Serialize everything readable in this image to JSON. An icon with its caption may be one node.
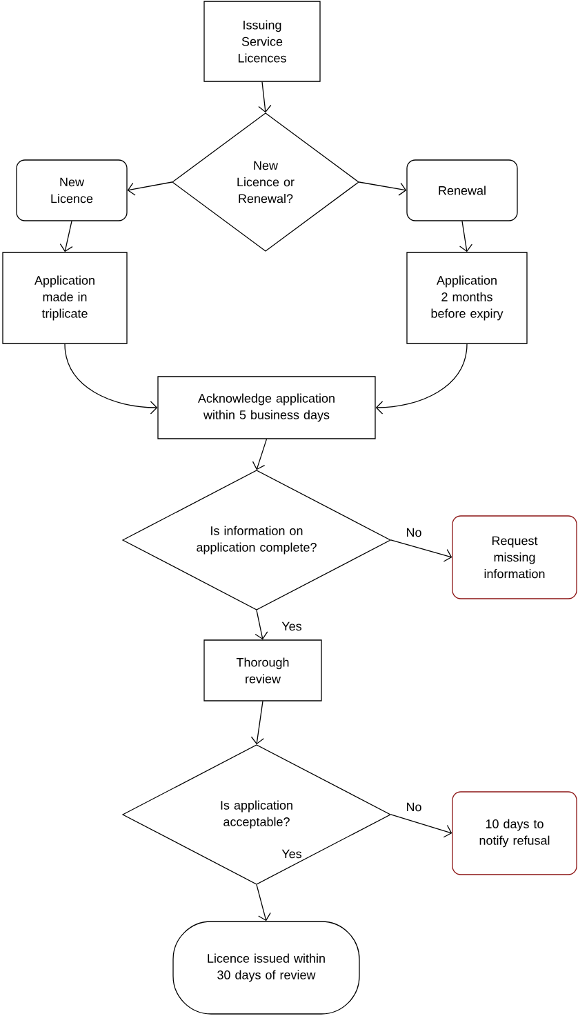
{
  "diagram": {
    "nodes": [
      {
        "text": [
          "Issuing Service Licences"
        ]
      },
      {
        "text": [
          "New Licence or Renewal?"
        ]
      },
      {
        "text": [
          "New Licence"
        ]
      },
      {
        "text": [
          "Renewal"
        ]
      },
      {
        "text": [
          "Application made in triplicate"
        ]
      },
      {
        "text": [
          "Application 2 months before expiry"
        ]
      },
      {
        "text": [
          "Acknowledge application within 5 business days"
        ]
      },
      {
        "text": [
          "Is information on application complete?"
        ]
      },
      {
        "text": [
          "Request missing information"
        ]
      },
      {
        "text": [
          "Thorough review"
        ]
      },
      {
        "text": [
          "Is application acceptable?"
        ]
      },
      {
        "text": [
          "10 days to notify refusal"
        ]
      },
      {
        "text": [
          "Licence issued within 30 days of review"
        ]
      }
    ],
    "edges": [
      {
        "from": 0,
        "to": 1,
        "arrow": "to"
      },
      {
        "from": 1,
        "to": 2,
        "arrow": "to"
      },
      {
        "from": 1,
        "to": 3,
        "arrow": "to"
      },
      {
        "from": 2,
        "to": 4,
        "arrow": "to"
      },
      {
        "from": 3,
        "to": 5,
        "arrow": "to"
      },
      {
        "from": 4,
        "to": 6,
        "arrow": "to"
      },
      {
        "from": 5,
        "to": 6,
        "arrow": "to"
      },
      {
        "from": 6,
        "to": 7,
        "arrow": "to"
      },
      {
        "from": 7,
        "to": 8,
        "arrow": "to",
        "label": "No"
      },
      {
        "from": 7,
        "to": 9,
        "arrow": "to",
        "label": "Yes"
      },
      {
        "from": 9,
        "to": 10,
        "arrow": "to"
      },
      {
        "from": 10,
        "to": 11,
        "arrow": "to",
        "label": "No"
      },
      {
        "from": 10,
        "to": 12,
        "arrow": "to",
        "label": "Yes"
      }
    ]
  }
}
